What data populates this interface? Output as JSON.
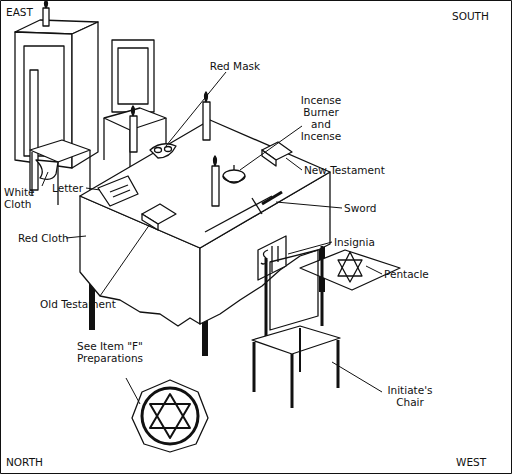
{
  "diagram": {
    "labels": [
      "EAST",
      "SOUTH",
      "Red Mask",
      "Incense Burner and Incense",
      "White Cloth",
      "Letter",
      "New Testament",
      "Red Cloth",
      "Sword",
      "Insignia",
      "Pentacle",
      "Old Testament",
      "See Item \"F\" Preparations",
      "Initiate's Chair",
      "NORTH",
      "WEST"
    ]
  }
}
